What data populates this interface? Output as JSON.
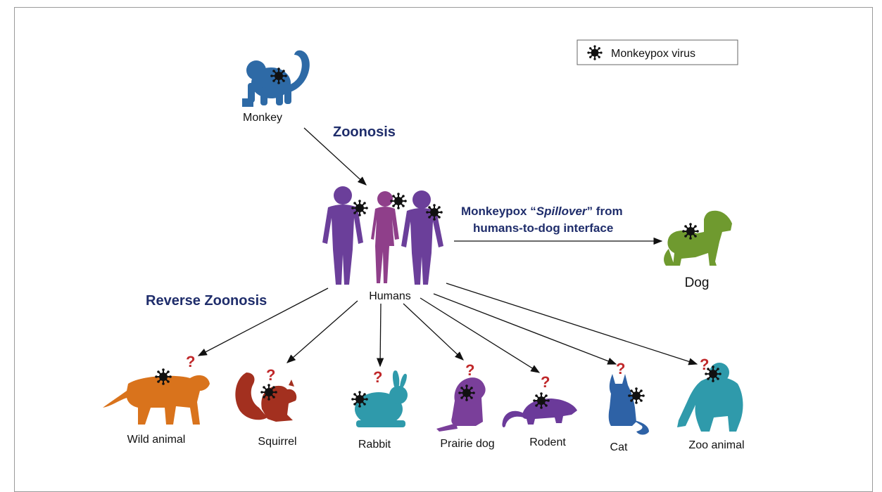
{
  "legend": {
    "label": "Monkeypox virus"
  },
  "headings": {
    "zoonosis": "Zoonosis",
    "reverse_zoonosis": "Reverse Zoonosis",
    "spillover_line1_pre": "Monkeypox “",
    "spillover_line1_em": "Spillover",
    "spillover_line1_post": "” from",
    "spillover_line2": "humans-to-dog interface"
  },
  "nodes": {
    "monkey": "Monkey",
    "humans": "Humans",
    "dog": "Dog",
    "wild_animal": "Wild animal",
    "squirrel": "Squirrel",
    "rabbit": "Rabbit",
    "prairie_dog": "Prairie dog",
    "rodent": "Rodent",
    "cat": "Cat",
    "zoo_animal": "Zoo animal"
  },
  "question_mark": "?",
  "colors": {
    "monkey": "#2e6aa6",
    "humans_male": "#6b3f9a",
    "humans_female": "#8f3f8a",
    "dog": "#6f9a2f",
    "wild_animal": "#d9731c",
    "squirrel": "#a3301f",
    "rabbit": "#2f9aab",
    "prairie_dog": "#7a3f9a",
    "rodent": "#6b3a9a",
    "cat": "#2e62a6",
    "zoo_animal": "#2f9aab",
    "heading": "#1f2d6b",
    "question": "#c0282a",
    "virus": "#111111"
  }
}
